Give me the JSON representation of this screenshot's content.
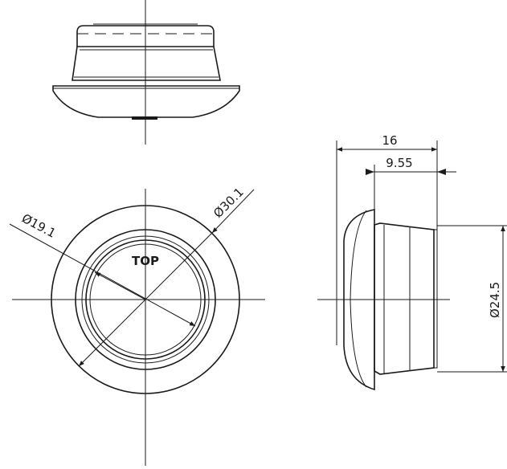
{
  "labels": {
    "top_marking": "TOP",
    "outer_diameter": "Ø30.1",
    "inner_diameter": "Ø19.1",
    "overall_depth": "16",
    "body_depth": "9.55",
    "body_diameter": "Ø24.5"
  },
  "colors": {
    "line": "#1a1a1a",
    "background": "#ffffff"
  }
}
